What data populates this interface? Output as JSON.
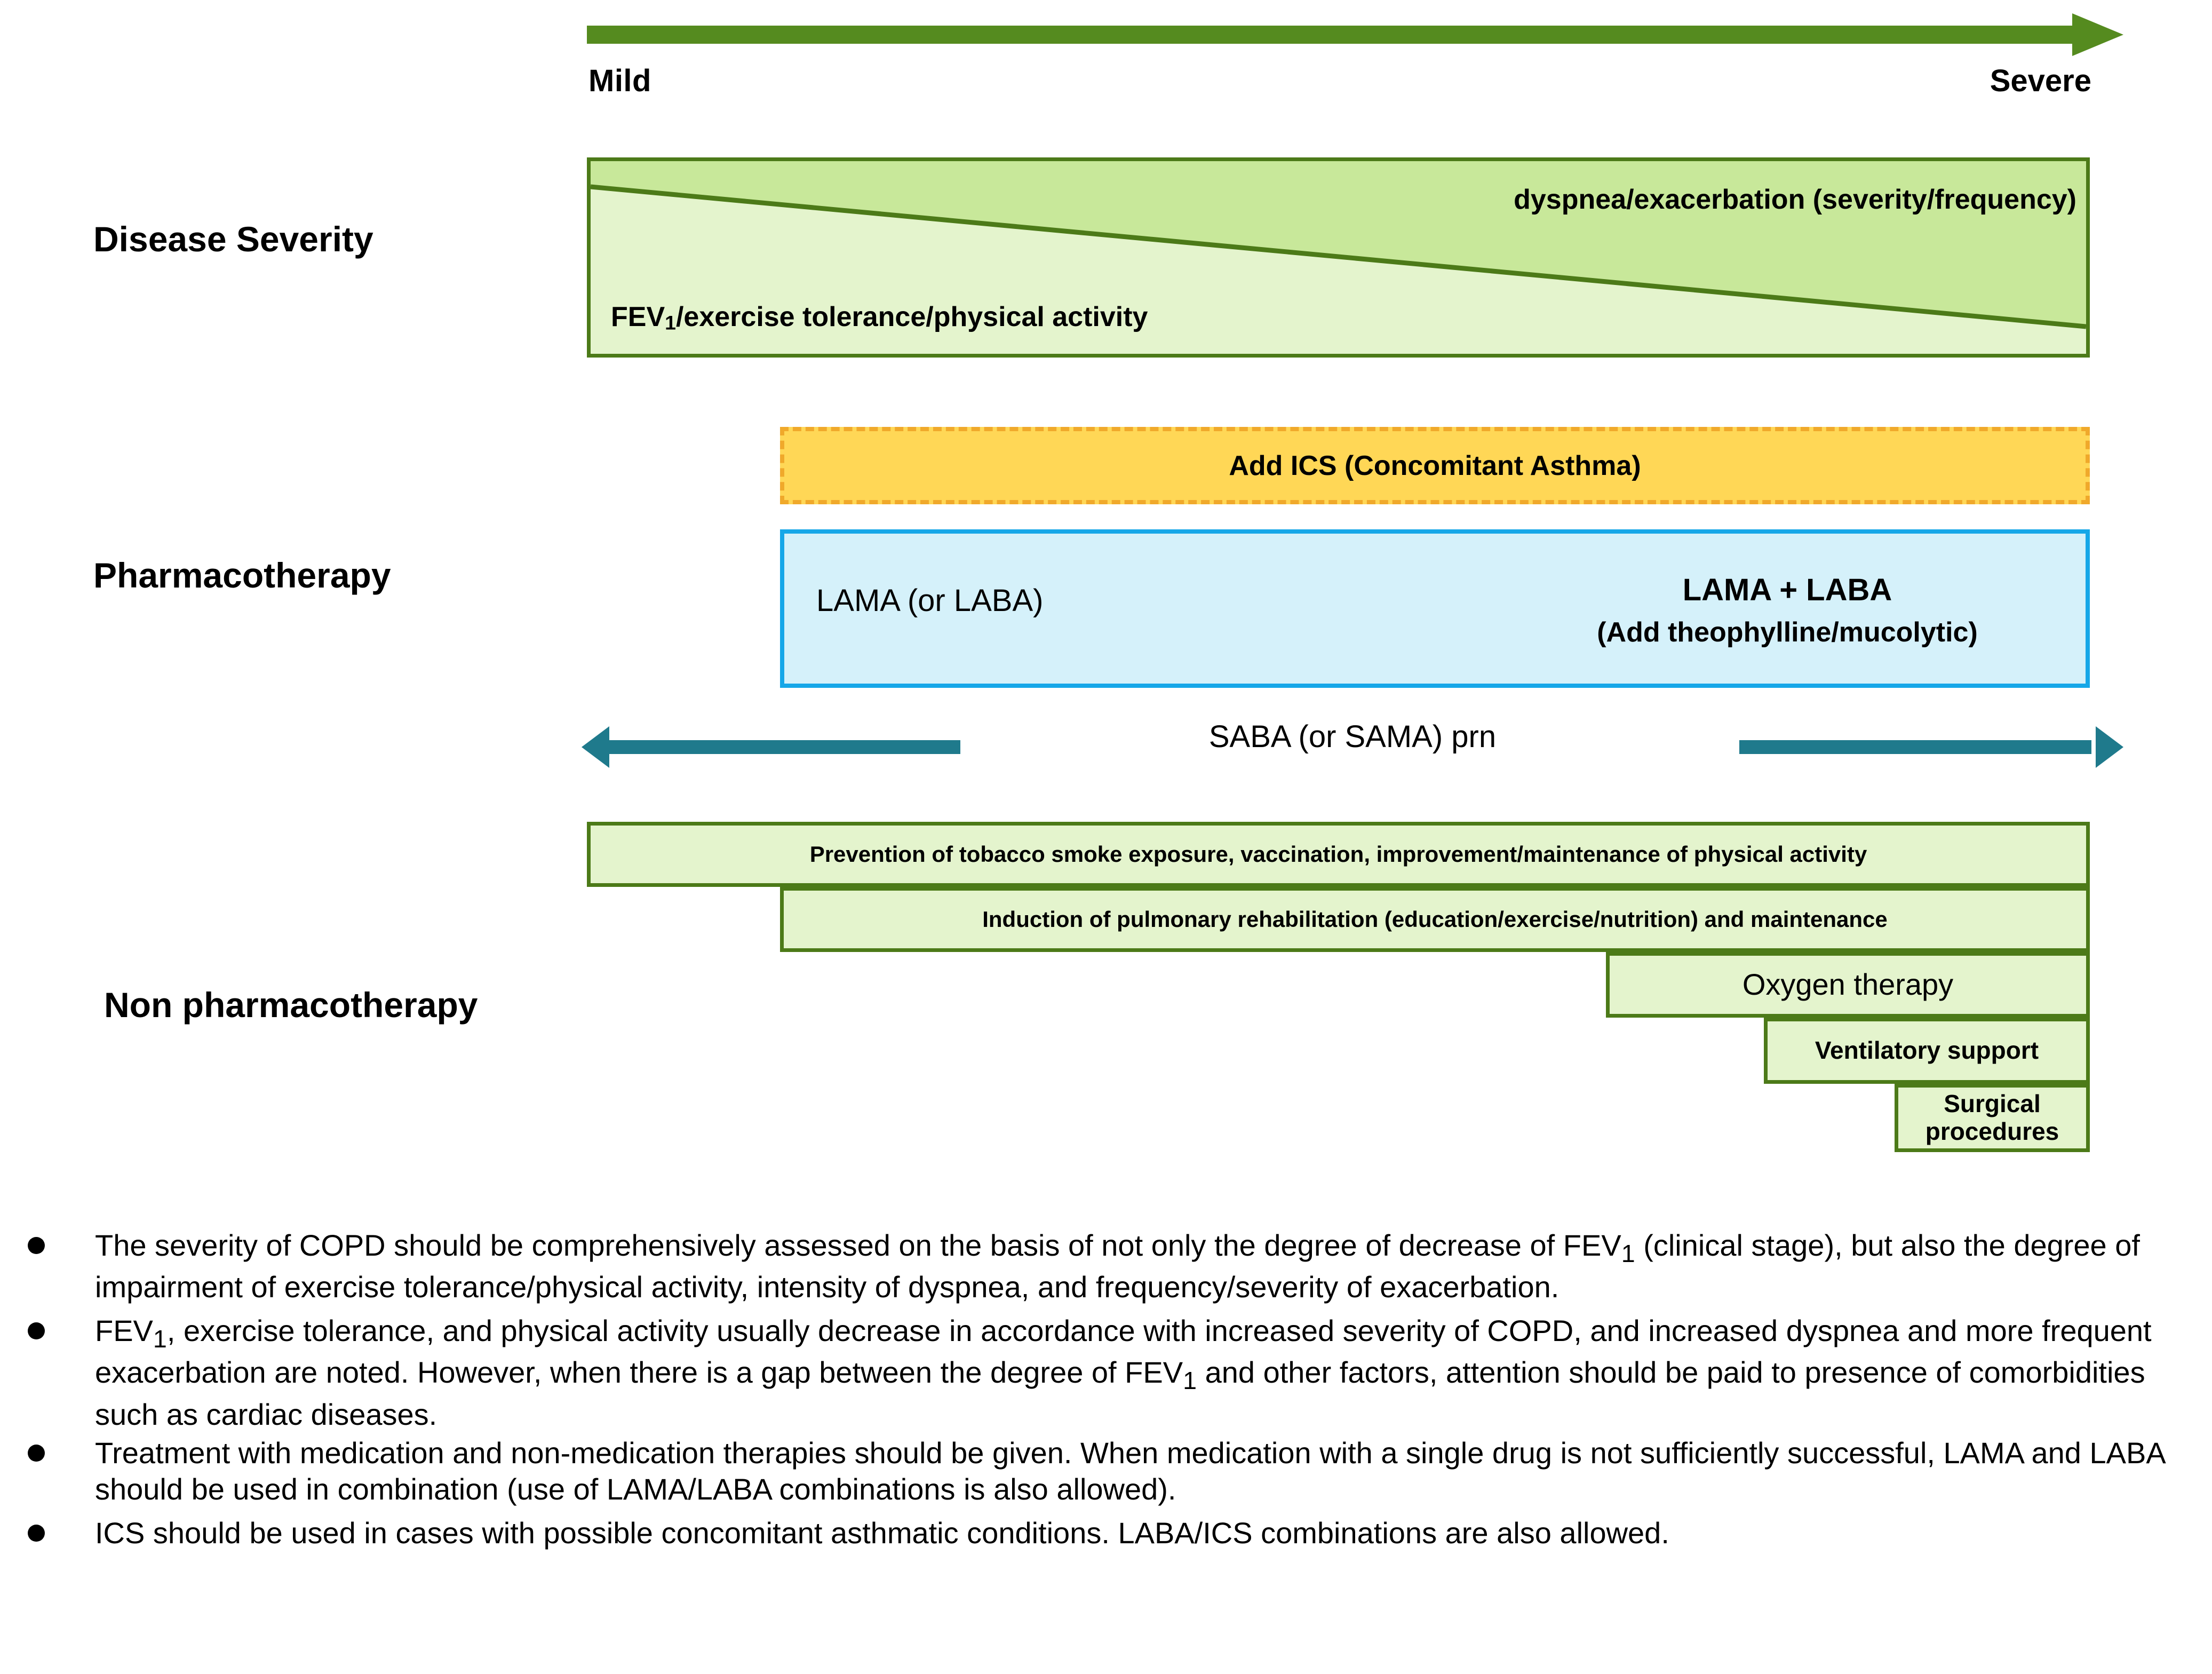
{
  "severity_axis": {
    "arrow_icon": "right-arrow-icon",
    "left_label": "Mild",
    "right_label": "Severe",
    "color": "#558B1F"
  },
  "rows": {
    "disease_severity_label": "Disease Severity",
    "pharmacotherapy_label": "Pharmacotherapy",
    "non_pharmacotherapy_label": "Non pharmacotherapy"
  },
  "disease_severity": {
    "upper_text": "dyspnea/exacerbation (severity/frequency)",
    "lower_text_prefix": "FEV",
    "lower_text_sub": "1",
    "lower_text_suffix": "/exercise tolerance/physical activity",
    "upper_fill": "#C8E89A",
    "lower_fill": "#E4F4CD",
    "border": "#4C7A18"
  },
  "pharmacotherapy": {
    "ics_box": {
      "text": "Add ICS (Concomitant Asthma)",
      "fill": "#FFD756",
      "border": "#F0A92B",
      "border_style": "dashed"
    },
    "lama_box": {
      "left_text": "LAMA (or LABA)",
      "right_line1": "LAMA + LABA",
      "right_line2": "(Add theophylline/mucolytic)",
      "fill": "#D5F1FA",
      "border": "#16A7E8"
    },
    "saba_row": {
      "text": "SABA (or SAMA) prn",
      "left_arrow_icon": "left-arrow-icon",
      "right_arrow_icon": "right-arrow-icon",
      "color": "#1F7A8C"
    }
  },
  "non_pharmacotherapy": {
    "fill": "#E4F4CD",
    "border": "#4C7A18",
    "boxes": [
      {
        "text": "Prevention of tobacco smoke exposure, vaccination, improvement/maintenance of physical activity"
      },
      {
        "text": "Induction of pulmonary rehabilitation (education/exercise/nutrition) and maintenance"
      },
      {
        "text": "Oxygen therapy"
      },
      {
        "text": "Ventilatory support"
      },
      {
        "text": "Surgical procedures"
      }
    ]
  },
  "notes": [
    {
      "part1": "The severity of COPD should be comprehensively assessed on the basis of not only the degree of decrease of FEV",
      "sub1": "1",
      "part2": " (clinical stage), but also the degree of impairment of exercise tolerance/physical activity, intensity of dyspnea, and frequency/severity of exacerbation.",
      "sub2": "",
      "part3": ""
    },
    {
      "part1": "FEV",
      "sub1": "1",
      "part2": ", exercise tolerance, and physical activity usually decrease in accordance with increased severity of COPD, and increased dyspnea and more frequent exacerbation are noted. However, when there is a gap between the degree of FEV",
      "sub2": "1",
      "part3": " and other factors, attention should be paid to presence of comorbidities such as cardiac diseases."
    },
    {
      "part1": "Treatment with medication and non-medication therapies should be given. When medication with a single drug is not sufficiently successful, LAMA and LABA should be used in combination (use of LAMA/LABA combinations is also allowed).",
      "sub1": "",
      "part2": "",
      "sub2": "",
      "part3": ""
    },
    {
      "part1": "ICS should be used in cases with possible concomitant asthmatic conditions. LABA/ICS combinations are also allowed.",
      "sub1": "",
      "part2": "",
      "sub2": "",
      "part3": ""
    }
  ]
}
